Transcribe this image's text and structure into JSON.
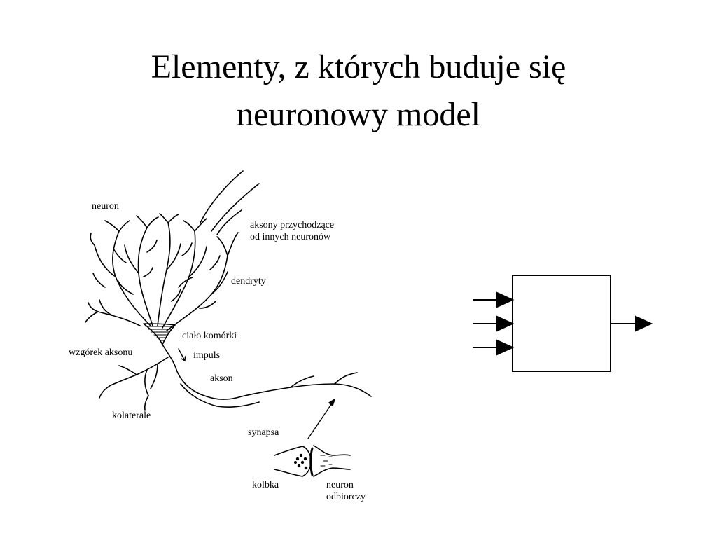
{
  "slide": {
    "title_line1": "Elementy, z których buduje się",
    "title_line2": "neuronowy model"
  },
  "neuron_diagram": {
    "labels": {
      "neuron": "neuron",
      "incoming_axons_line1": "aksony przychodzące",
      "incoming_axons_line2": "od innych neuronów",
      "dendrites": "dendryty",
      "cell_body": "ciało komórki",
      "impulse": "impuls",
      "axon_hillock": "wzgórek aksonu",
      "axon": "akson",
      "collaterals": "kolaterale",
      "synapse": "synapsa",
      "bulb": "kolbka",
      "receiving_neuron_line1": "neuron",
      "receiving_neuron_line2": "odbiorczy"
    }
  },
  "model_diagram": {
    "input_count": 3,
    "output_count": 1
  }
}
